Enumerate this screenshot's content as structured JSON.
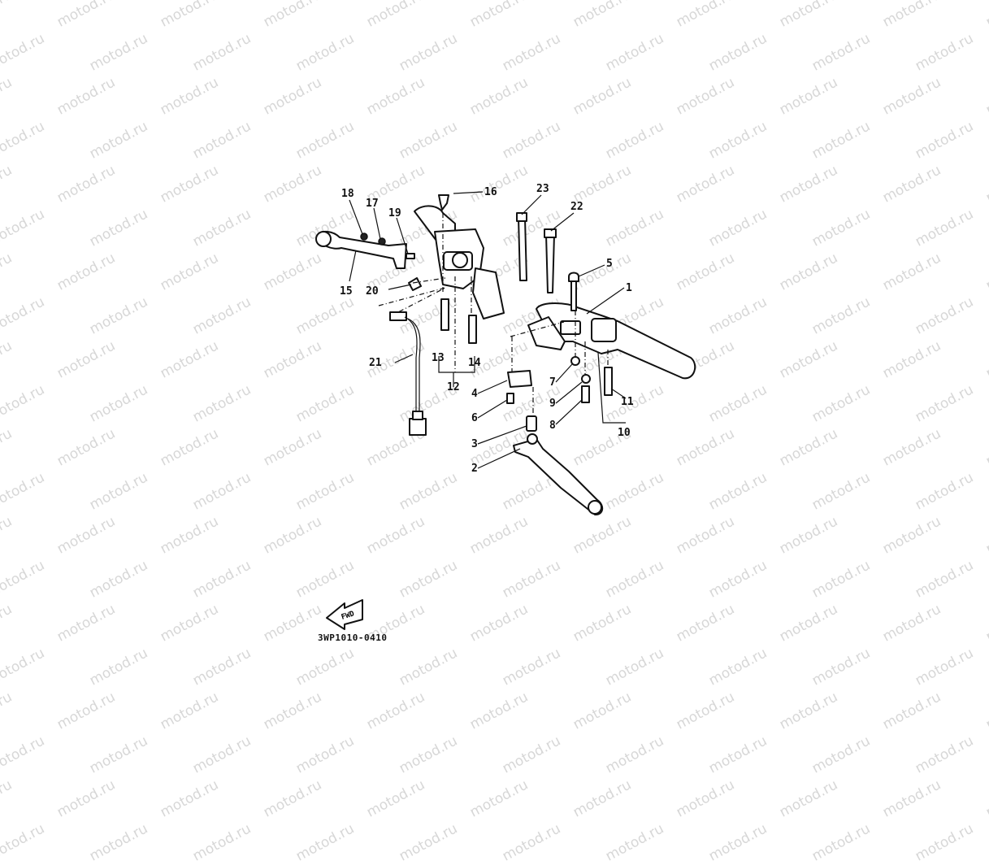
{
  "watermark": "motod.ru",
  "diagram_code": "3WP1010-0410",
  "fwd_label": "FWD",
  "callouts": [
    "1",
    "2",
    "3",
    "4",
    "5",
    "6",
    "7",
    "8",
    "9",
    "10",
    "11",
    "12",
    "13",
    "14",
    "15",
    "16",
    "17",
    "18",
    "19",
    "20",
    "21",
    "22",
    "23"
  ]
}
